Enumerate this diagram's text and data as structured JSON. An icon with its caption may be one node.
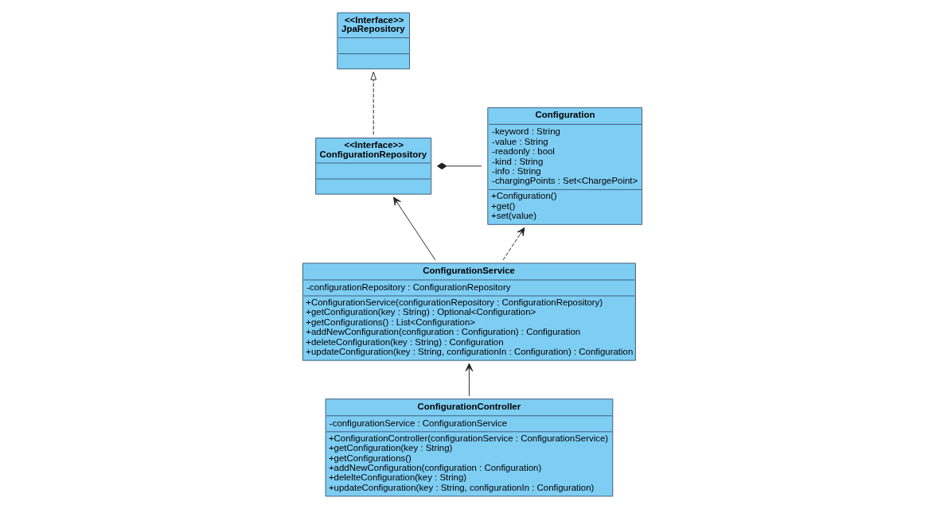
{
  "diagram": {
    "nodes": [
      {
        "text": [
          "<<Interface>>",
          "JpaRepository"
        ]
      },
      {
        "text": [
          "<<Interface>>",
          "ConfigurationRepository"
        ]
      },
      {
        "text": [
          "Configuration",
          "-keyword : String",
          "-value : String",
          "-readonly : bool",
          "-kind : String",
          "-info : String",
          "-chargingPoints : Set<ChargePoint>",
          "+Configuration()",
          "+get()",
          "+set(value)"
        ]
      },
      {
        "text": [
          "ConfigurationService",
          "-configurationRepository : ConfigurationRepository",
          "+ConfigurationService(configurationRepository : ConfigurationRepository)",
          "+getConfiguration(key : String) : Optional<Configuration>",
          "+getConfigurations() : List<Configuration>",
          "+addNewConfiguration(configuration : Configuration) : Configuration",
          "+deleteConfiguration(key : String) : Configuration",
          "+updateConfiguration(key : String, configurationIn : Configuration) : Configuration"
        ]
      },
      {
        "text": [
          "ConfigurationController",
          "-configurationService : ConfigurationService",
          "+ConfigurationController(configurationService : ConfigurationService)",
          "+getConfiguration(key : String)",
          "+getConfigurations()",
          "+addNewConfiguration(configuration : Configuration)",
          "+delelteConfiguration(key : String)",
          "+updateConfiguration(key : String, configurationIn : Configuration)"
        ]
      }
    ],
    "edges": [
      {
        "from": 1,
        "to": 0,
        "arrow": "to",
        "style": "dashed"
      },
      {
        "from": 1,
        "to": 2,
        "arrow": "other"
      },
      {
        "from": 3,
        "to": 1,
        "arrow": "to"
      },
      {
        "from": 3,
        "to": 2,
        "arrow": "to",
        "style": "dashed"
      },
      {
        "from": 4,
        "to": 3,
        "arrow": "to"
      }
    ]
  }
}
